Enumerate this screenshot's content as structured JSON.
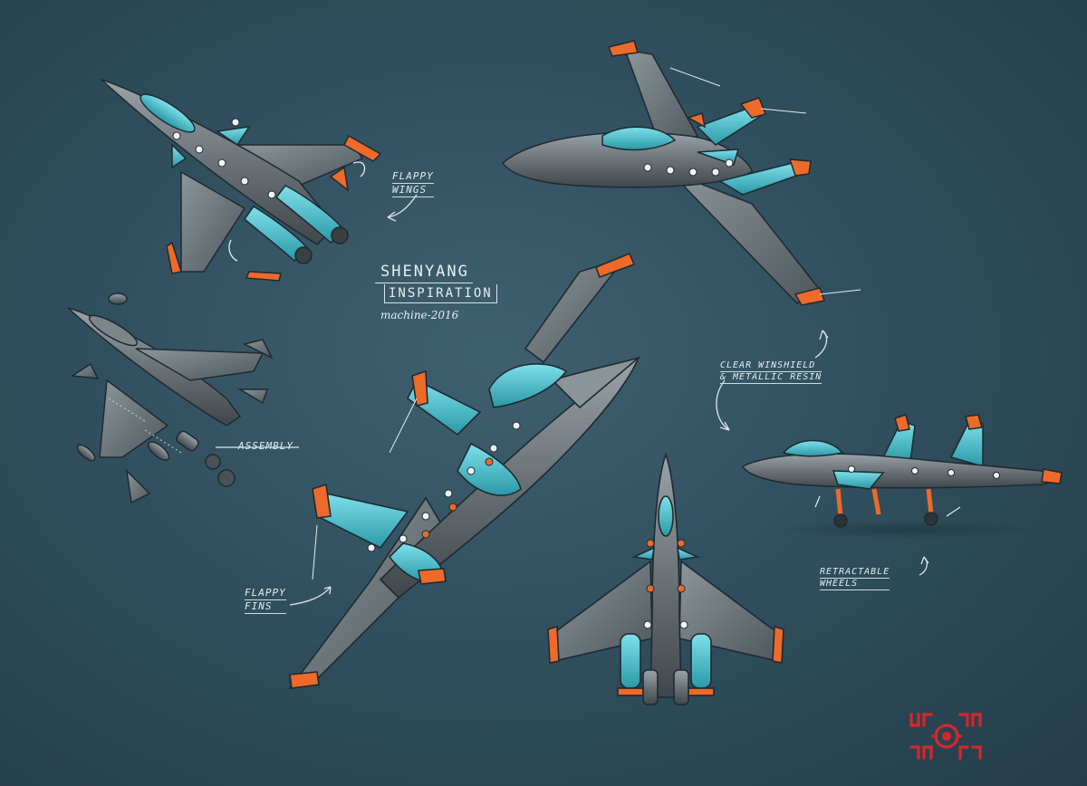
{
  "title": {
    "line1": "SHENYANG",
    "line2": "INSPIRATION",
    "signature": "machine-2016"
  },
  "annotations": {
    "flappy_wings": [
      "FLAPPY",
      "WINGS"
    ],
    "assembly": "ASSEMBLY",
    "clear_windshield": [
      "CLEAR WINSHIELD",
      "& METALLIC RESIN"
    ],
    "flappy_fins": [
      "FLAPPY",
      "FINS"
    ],
    "retractable_wheels": [
      "RETRACTABLE",
      "WHEELS"
    ]
  },
  "colors": {
    "background": "#31505f",
    "body_gray": "#6c7479",
    "cyan": "#3fb6c4",
    "orange": "#ee6a2a",
    "logo_red": "#d6262a"
  }
}
